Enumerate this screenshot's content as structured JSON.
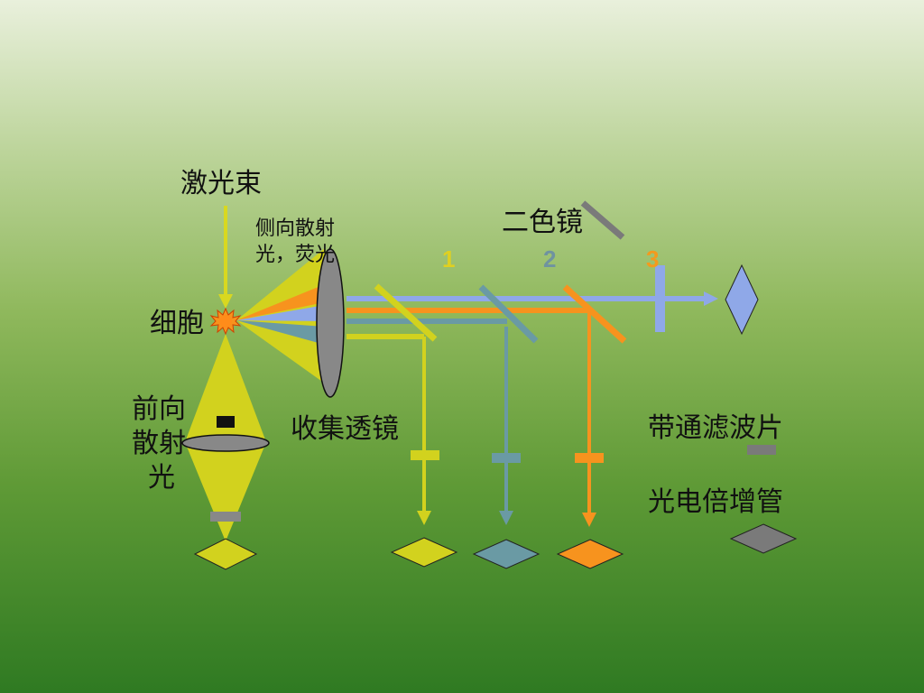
{
  "labels": {
    "laser_beam": "激光束",
    "side_scatter_line1": "侧向散射",
    "side_scatter_line2": "光，荧光",
    "dichroic_mirror": "二色镜",
    "cell": "细胞",
    "forward_scatter_line1": "前向",
    "forward_scatter_line2": "散射",
    "forward_scatter_line3": "光",
    "collection_lens": "收集透镜",
    "bandpass_filter": "带通滤波片",
    "photomultiplier": "光电倍增管"
  },
  "numbers": {
    "n1": "1",
    "n2": "2",
    "n3": "3"
  },
  "colors": {
    "yellow": "#d2d21e",
    "teal": "#6a9aa4",
    "orange": "#f7931e",
    "blue": "#8fa8e8",
    "gray": "#7a7a7a",
    "lens": "#888888",
    "num1": "#e0d020",
    "num2": "#6f93a0",
    "num3": "#f39a1e"
  }
}
